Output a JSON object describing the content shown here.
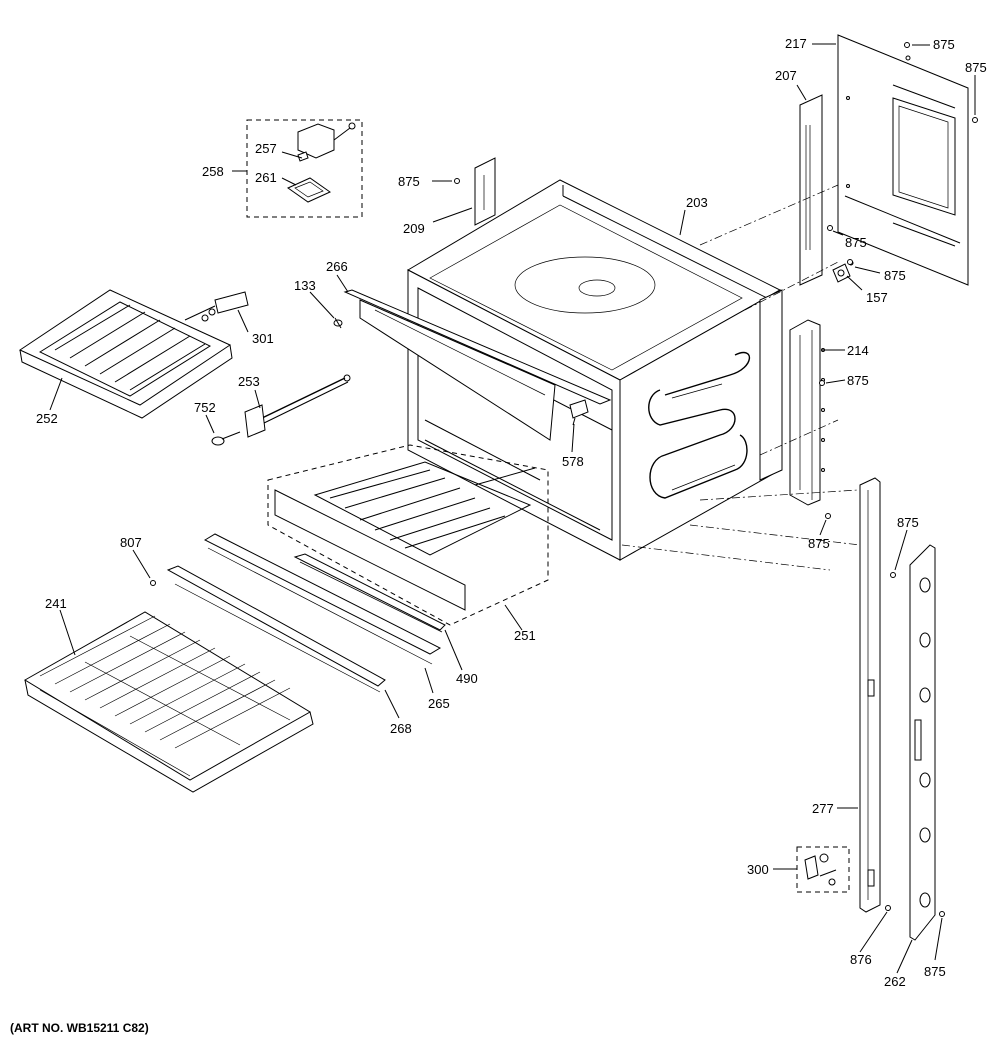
{
  "art_number": "(ART NO. WB15211 C82)",
  "labels": {
    "p217": "217",
    "p875_a": "875",
    "p875_b": "875",
    "p207": "207",
    "p875_c": "875",
    "p209": "209",
    "p203": "203",
    "p875_d": "875",
    "p875_e": "875",
    "p157": "157",
    "p257": "257",
    "p258": "258",
    "p261": "261",
    "p266": "266",
    "p133": "133",
    "p301": "301",
    "p214": "214",
    "p875_f": "875",
    "p253": "253",
    "p252": "252",
    "p752": "752",
    "p578": "578",
    "p875_g": "875",
    "p875_h": "875",
    "p807": "807",
    "p241": "241",
    "p251": "251",
    "p490": "490",
    "p265": "265",
    "p268": "268",
    "p277": "277",
    "p300": "300",
    "p876": "876",
    "p262": "262",
    "p875_i": "875"
  }
}
